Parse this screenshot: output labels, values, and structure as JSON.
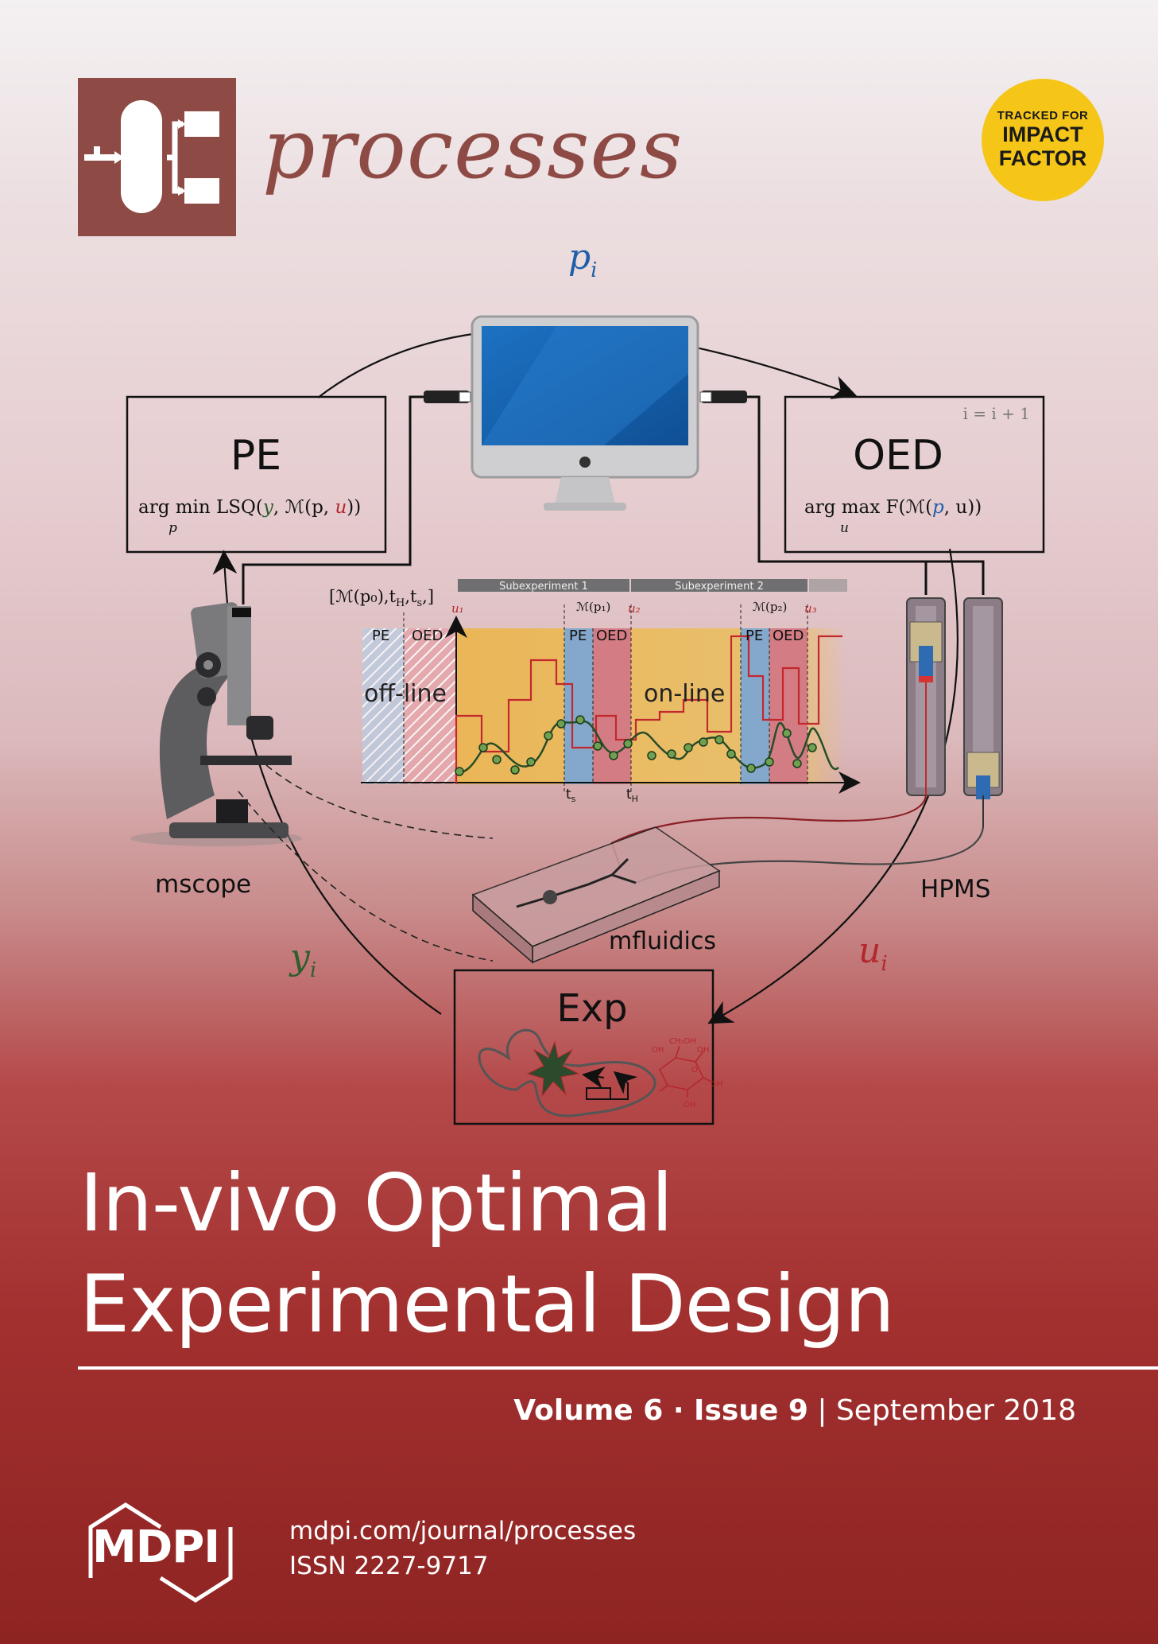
{
  "journal": {
    "name": "processes",
    "badge_line1": "TRACKED FOR",
    "badge_line2": "IMPACT",
    "badge_line3": "FACTOR"
  },
  "diagram": {
    "pi": "p",
    "pi_sub": "i",
    "pe_title": "PE",
    "pe_formula": "arg min  LSQ(",
    "pe_formula_sub": "p",
    "pe_y": "y",
    "pe_mid": ", ℳ(p, ",
    "pe_u": "u",
    "pe_end": "))",
    "oed_title": "OED",
    "oed_counter": "i = i + 1",
    "oed_formula": "arg max   F(ℳ(",
    "oed_formula_sub": "u",
    "oed_p": "p",
    "oed_end": ", u))",
    "chart_label": "[ℳ(p₀),t",
    "chart_label_h": "H",
    "chart_label_t": ",t",
    "chart_label_s": "s",
    "chart_label_end": ",]",
    "subexp1": "Subexperiment 1",
    "subexp2": "Subexperiment 2",
    "u1": "u₁",
    "u2": "u₂",
    "u3": "u₃",
    "mp1": "ℳ(p₁)",
    "mp2": "ℳ(p₂)",
    "pe_small": "PE",
    "oed_small": "OED",
    "offline": "off-line",
    "online": "on-line",
    "ts": "t",
    "ts_sub": "s",
    "th": "t",
    "th_sub": "H",
    "mscope": "mscope",
    "hpms": "HPMS",
    "mfluidics": "mfluidics",
    "yi": "y",
    "ui": "u",
    "exp": "Exp",
    "sugar_label": "CH₂OH",
    "oh": "OH",
    "o": "O"
  },
  "cover": {
    "title_line1": "In-vivo Optimal",
    "title_line2": "Experimental Design",
    "volume": "Volume 6",
    "issue": "Issue 9",
    "date": "September 2018"
  },
  "publisher": {
    "name": "MDPI",
    "url": "mdpi.com/journal/processes",
    "issn": "ISSN 2227-9717"
  },
  "colors": {
    "brand": "#8e4a44",
    "badge": "#f5c518",
    "accent_blue": "#1f5fa8",
    "accent_red": "#b3282d",
    "accent_green": "#2e5e2e"
  }
}
